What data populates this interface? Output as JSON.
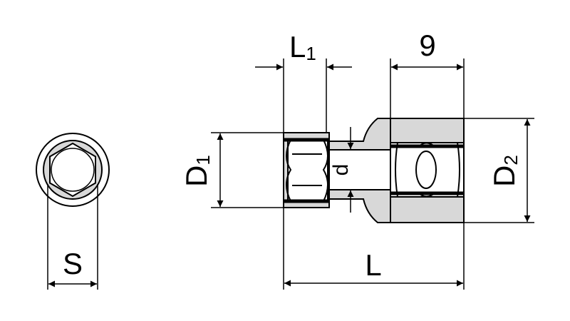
{
  "labels": {
    "L1": "L",
    "L1_sub": "1",
    "nine": "9",
    "D1": "D",
    "D1_sub": "1",
    "d": "d",
    "D2": "D",
    "D2_sub": "2",
    "L": "L",
    "S": "S"
  },
  "colors": {
    "line": "#000000",
    "fill": "#d8d8d8",
    "background": "#ffffff"
  }
}
